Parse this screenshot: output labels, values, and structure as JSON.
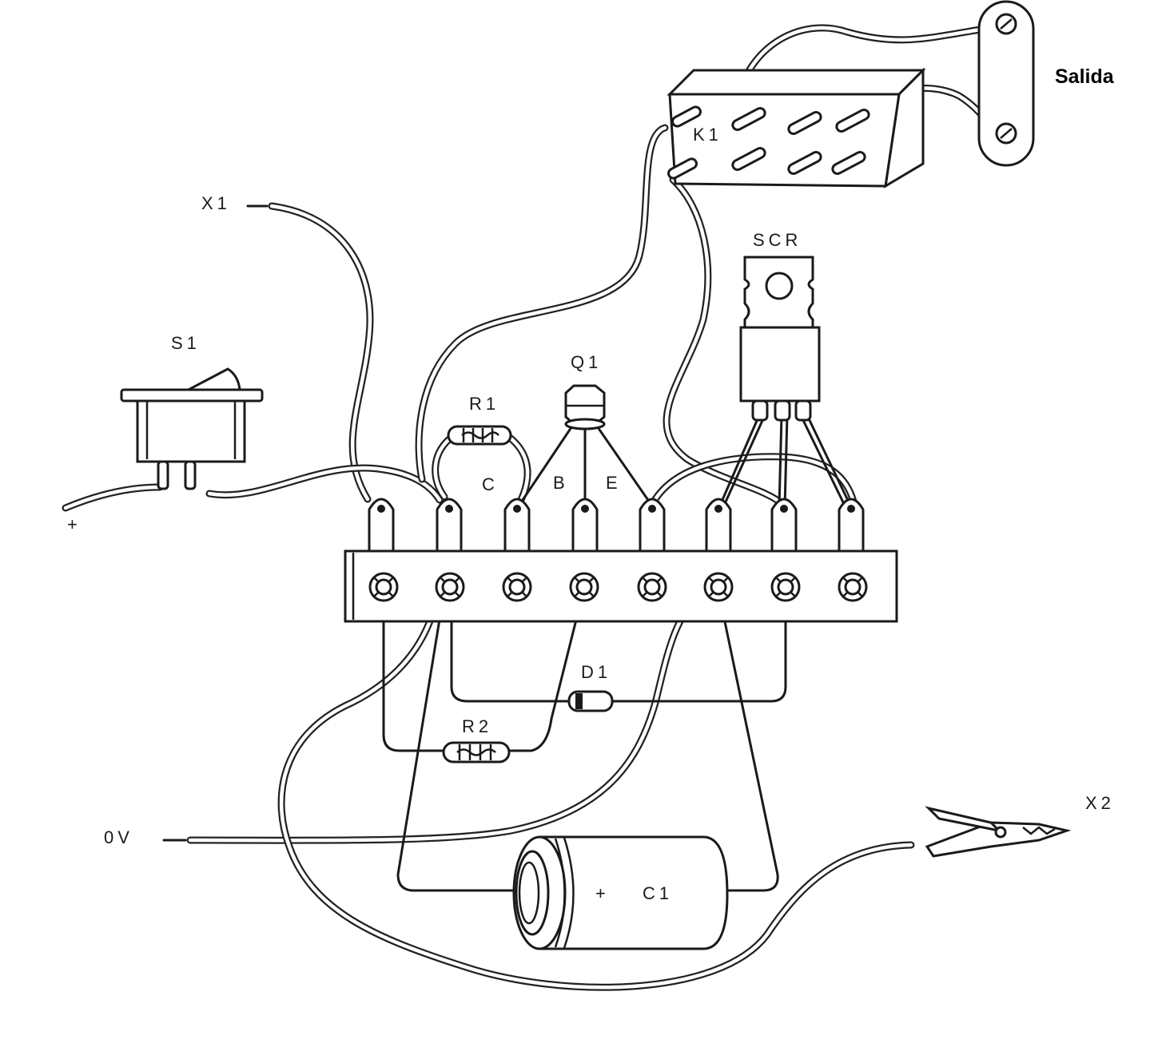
{
  "labels": {
    "salida": "Salida",
    "k1": "K1",
    "scr": "SCR",
    "x1": "X1",
    "s1": "S1",
    "q1": "Q1",
    "r1": "R1",
    "c": "C",
    "b": "B",
    "e": "E",
    "plus_input": "+",
    "d1": "D1",
    "r2": "R2",
    "zero_v": "0V",
    "x2": "X2",
    "c1": "C1",
    "c1_plus": "+"
  },
  "colors": {
    "ink": "#1a1a1a",
    "background": "#ffffff"
  }
}
